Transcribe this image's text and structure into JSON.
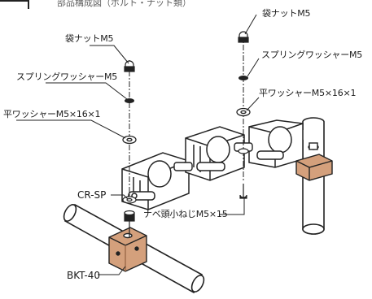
{
  "title": "部品構成図（ボルト・ナット類）",
  "labels": {
    "nut_right": "袋ナットM5",
    "nut_left": "袋ナットM5",
    "spring_right": "スプリングワッシャーM5",
    "spring_left": "スプリングワッシャーM5",
    "flat_right": "平ワッシャーM5×16×1",
    "flat_left": "平ワッシャーM5×16×1",
    "cr_sp": "CR-SP",
    "screw": "ナベ頭小ねじM5×15",
    "bkt": "BKT-40"
  },
  "colors": {
    "line": "#222222",
    "bracket": "#d4a07c",
    "bracket_dark": "#9c6a48",
    "caster_body": "#ffffff",
    "pipe": "#ffffff"
  }
}
